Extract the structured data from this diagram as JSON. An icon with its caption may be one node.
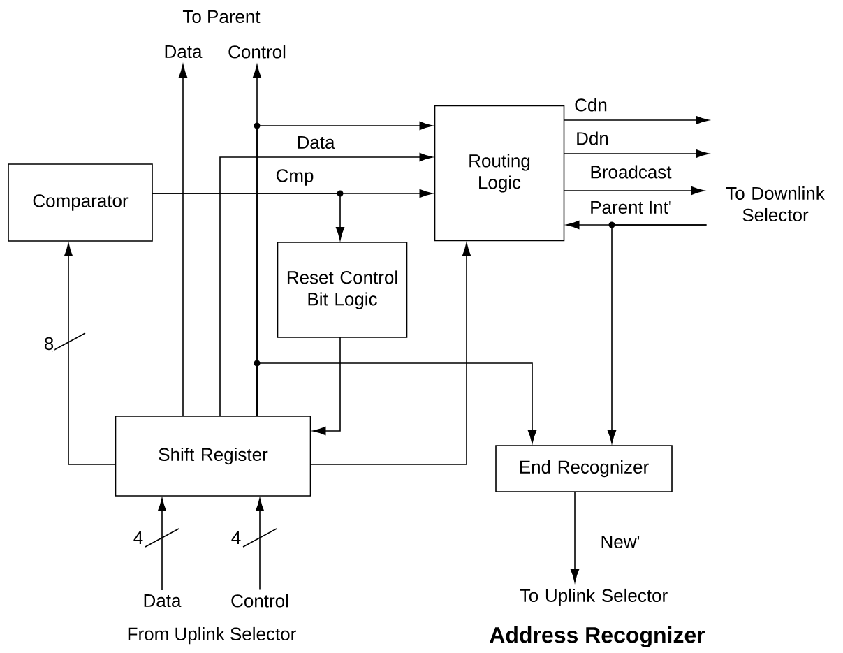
{
  "diagram": {
    "title": "Address Recognizer",
    "nodes": [
      {
        "text": [
          "Comparator"
        ]
      },
      {
        "text": [
          "Routing Logic"
        ]
      },
      {
        "text": [
          "Reset Control Bit Logic"
        ]
      },
      {
        "text": [
          "Shift Register"
        ]
      },
      {
        "text": [
          "End Recognizer"
        ]
      },
      {
        "text": [
          "Data"
        ]
      },
      {
        "text": [
          "Control"
        ]
      },
      {
        "text": [
          "To Downlink Selector"
        ]
      },
      {
        "text": [
          "Data"
        ]
      },
      {
        "text": [
          "Control"
        ]
      },
      {
        "text": [
          "To Uplink Selector"
        ]
      }
    ],
    "edges": [
      {
        "from": 3,
        "to": 0,
        "arrow": "to",
        "label": "8"
      },
      {
        "from": 0,
        "to": 1,
        "arrow": "to",
        "label": "Cmp"
      },
      {
        "from": 0,
        "to": 2,
        "arrow": "to"
      },
      {
        "from": 3,
        "to": 5,
        "arrow": "to"
      },
      {
        "from": 3,
        "to": 1,
        "arrow": "to",
        "label": "Data"
      },
      {
        "from": 3,
        "to": 6,
        "arrow": "to"
      },
      {
        "from": 3,
        "to": 1,
        "arrow": "to"
      },
      {
        "from": 3,
        "to": 4,
        "arrow": "to"
      },
      {
        "from": 2,
        "to": 3,
        "arrow": "to"
      },
      {
        "from": 3,
        "to": 1,
        "arrow": "to"
      },
      {
        "from": 1,
        "to": null,
        "arrow": "to",
        "label": "Cdn"
      },
      {
        "from": 1,
        "to": null,
        "arrow": "to",
        "label": "Ddn"
      },
      {
        "from": 1,
        "to": 7,
        "arrow": "to",
        "label": "Broadcast"
      },
      {
        "from": 7,
        "to": 1,
        "arrow": "to",
        "label": "Parent Int'"
      },
      {
        "from": 7,
        "to": 4,
        "arrow": "to"
      },
      {
        "from": 8,
        "to": 3,
        "arrow": "to",
        "label": "4"
      },
      {
        "from": 9,
        "to": 3,
        "arrow": "to",
        "label": "4"
      },
      {
        "from": 4,
        "to": 10,
        "arrow": "to",
        "label": "New'"
      }
    ],
    "labels": [
      "To Parent",
      "From Uplink Selector"
    ]
  }
}
